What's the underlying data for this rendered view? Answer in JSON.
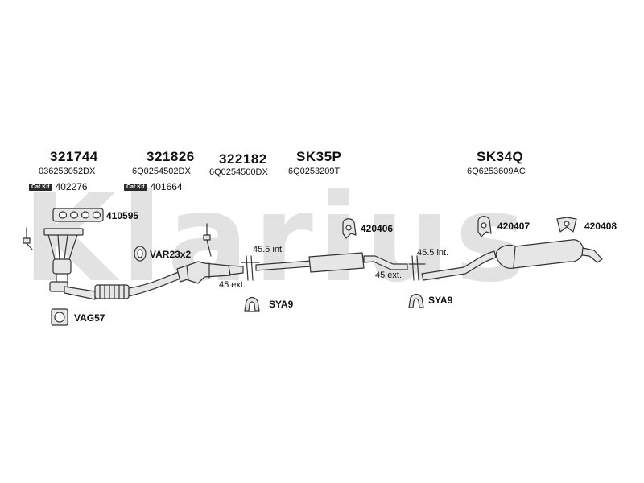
{
  "watermark": "Klarius",
  "groups": [
    {
      "part": "321744",
      "oe": "036253052DX",
      "cat_badge": "Cat Kit",
      "cat_number": "402276"
    },
    {
      "part": "321826",
      "oe": "6Q0254502DX",
      "cat_badge": "Cat Kit",
      "cat_number": "401664"
    },
    {
      "part": "322182",
      "oe": "6Q0254500DX"
    },
    {
      "part": "SK35P",
      "oe": "6Q0253209T"
    },
    {
      "part": "SK34Q",
      "oe": "6Q6253609AC"
    }
  ],
  "fittings": [
    {
      "label": "410595",
      "icon": "manifold-gasket-icon"
    },
    {
      "label": "VAR23x2",
      "icon": "gasket-ring-icon"
    },
    {
      "label": "420406",
      "icon": "rubber-hanger-icon"
    },
    {
      "label": "420407",
      "icon": "rubber-hanger-icon"
    },
    {
      "label": "420408",
      "icon": "rubber-hanger-icon"
    },
    {
      "label": "SYA9",
      "icon": "pipe-clamp-icon"
    },
    {
      "label": "SYA9",
      "icon": "pipe-clamp-icon"
    },
    {
      "label": "VAG57",
      "icon": "flange-gasket-icon"
    }
  ],
  "dimensions": [
    {
      "label": "45.5 int."
    },
    {
      "label": "45 ext."
    },
    {
      "label": "45.5 int."
    },
    {
      "label": "45 ext."
    }
  ],
  "colors": {
    "line": "#333333",
    "fill": "#e6e6e6",
    "watermark": "#cccccc"
  }
}
